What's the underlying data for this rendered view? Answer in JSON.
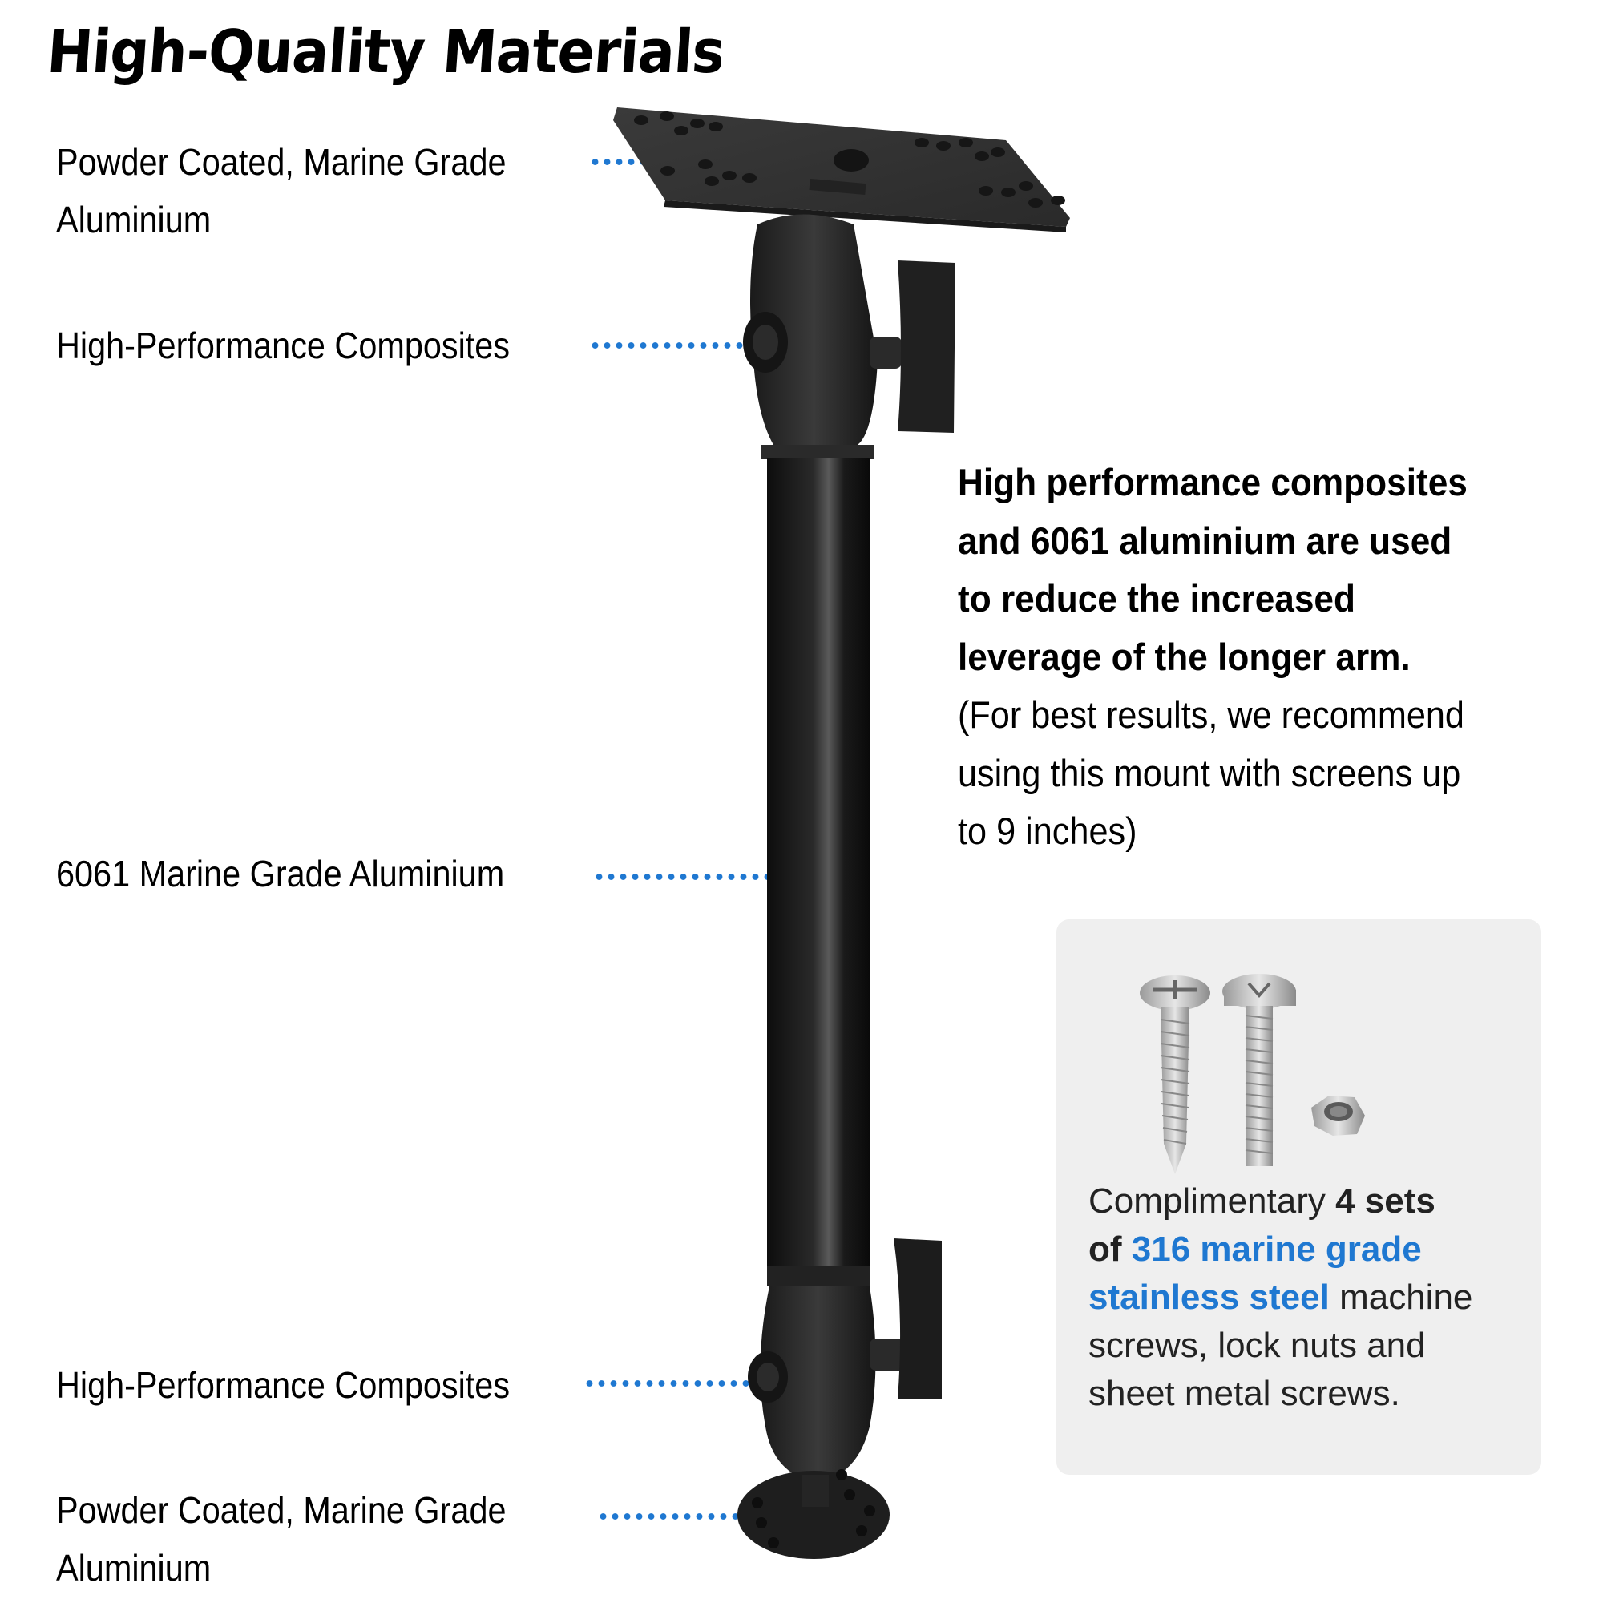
{
  "title": "High-Quality Materials",
  "callouts": [
    {
      "id": "top-plate",
      "lines": [
        "Powder Coated, Marine Grade",
        "Aluminium"
      ],
      "target": "top mounting plate"
    },
    {
      "id": "top-socket",
      "lines": [
        "High-Performance Composites"
      ],
      "target": "upper ball socket arm"
    },
    {
      "id": "pole",
      "lines": [
        "6061 Marine Grade Aluminium"
      ],
      "target": "extension pole"
    },
    {
      "id": "bottom-socket",
      "lines": [
        "High-Performance Composites"
      ],
      "target": "lower ball socket arm"
    },
    {
      "id": "base",
      "lines": [
        "Powder Coated, Marine Grade",
        "Aluminium"
      ],
      "target": "round base plate"
    }
  ],
  "description": {
    "bold_lines": [
      "High performance composites",
      "and 6061 aluminium are used",
      "to reduce the increased",
      "leverage of the longer arm."
    ],
    "normal_lines": [
      "(For best results, we recommend",
      "using this mount with screens up",
      "to 9 inches)"
    ]
  },
  "hardware_card": {
    "items": [
      "sheet-metal-screw",
      "machine-screw",
      "lock-nut"
    ],
    "text": {
      "l1_normal": "Complimentary ",
      "l1_bold": "4 sets",
      "l2_bold": "of ",
      "l2_blue": "316 marine grade",
      "l3_blue": "stainless steel",
      "l3_normal": " machine",
      "l4": "screws, lock nuts and",
      "l5": "sheet metal screws."
    }
  },
  "colors": {
    "accent_blue": "#1f78d1",
    "card_bg": "#efefef",
    "mount_black": "#1c1c1c"
  }
}
